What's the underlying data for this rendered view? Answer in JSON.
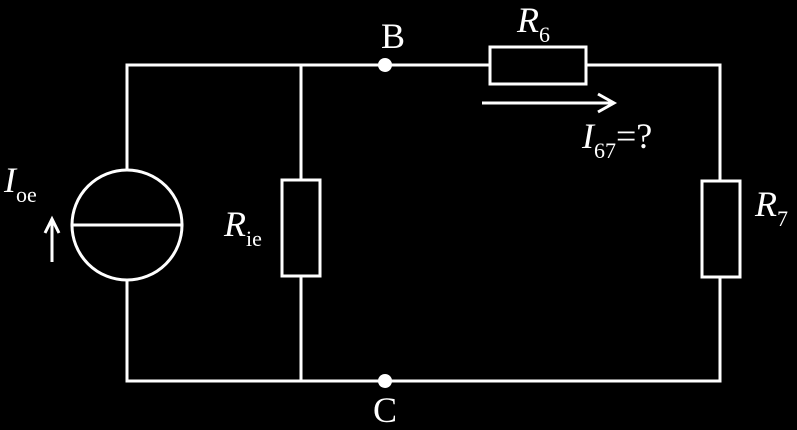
{
  "nodes": {
    "B": "B",
    "C": "C"
  },
  "components": {
    "current_source": {
      "symbol": "I",
      "subscript": "oe"
    },
    "r_ie": {
      "symbol": "R",
      "subscript": "ie"
    },
    "r6": {
      "symbol": "R",
      "subscript": "6"
    },
    "r7": {
      "symbol": "R",
      "subscript": "7"
    }
  },
  "current_query": {
    "symbol": "I",
    "subscript": "67",
    "suffix": "=?"
  },
  "colors": {
    "background": "#000000",
    "foreground": "#ffffff"
  },
  "icons": {
    "source_direction": "up-arrow-icon",
    "current_direction": "right-arrow-icon"
  }
}
